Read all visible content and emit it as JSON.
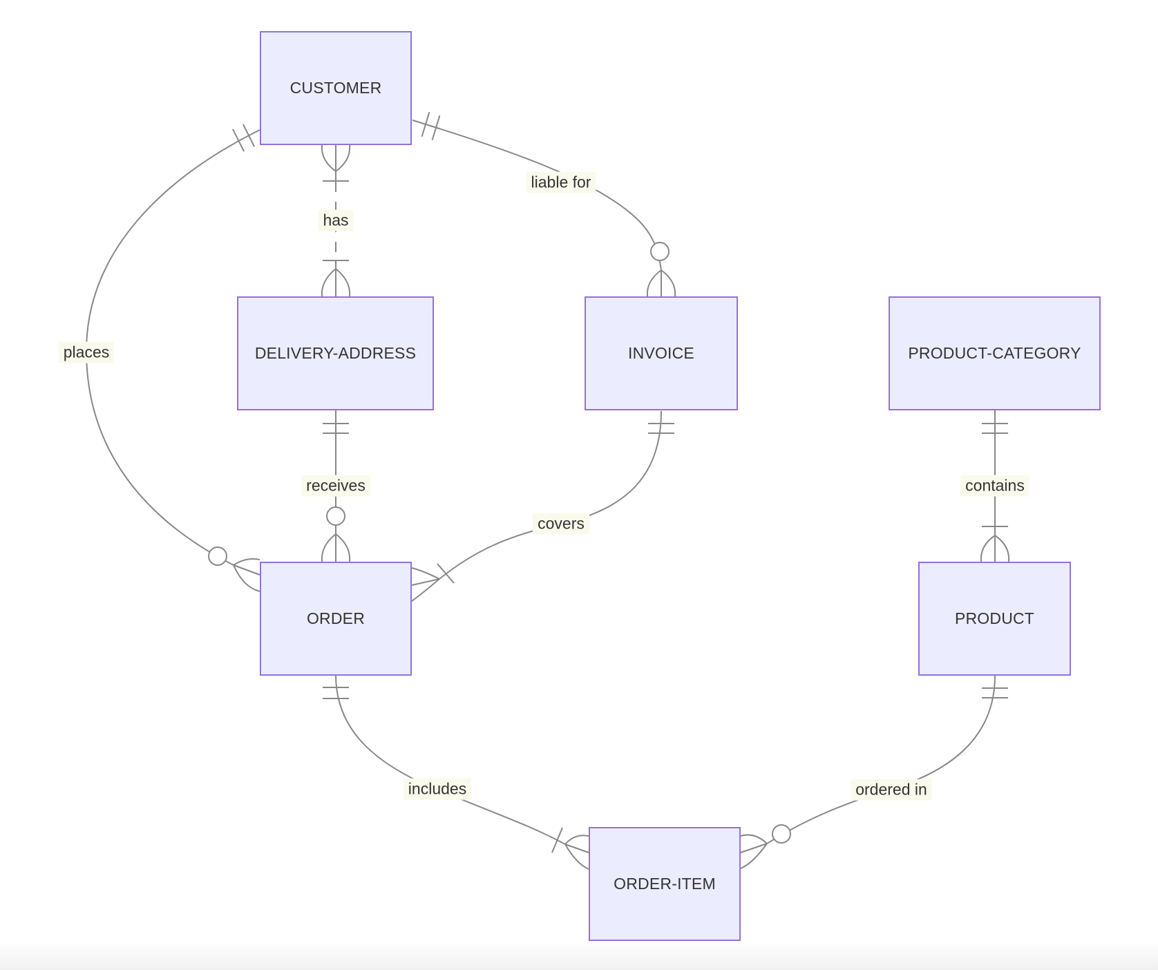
{
  "diagram": {
    "type": "entity-relationship-diagram",
    "entities": [
      {
        "id": "customer",
        "label": "CUSTOMER"
      },
      {
        "id": "delivery-address",
        "label": "DELIVERY-ADDRESS"
      },
      {
        "id": "invoice",
        "label": "INVOICE"
      },
      {
        "id": "product-category",
        "label": "PRODUCT-CATEGORY"
      },
      {
        "id": "order",
        "label": "ORDER"
      },
      {
        "id": "product",
        "label": "PRODUCT"
      },
      {
        "id": "order-item",
        "label": "ORDER-ITEM"
      }
    ],
    "relationships": [
      {
        "label": "places",
        "from": "CUSTOMER",
        "to": "ORDER",
        "from_cardinality": "exactly-one",
        "to_cardinality": "zero-or-many",
        "line_style": "solid"
      },
      {
        "label": "has",
        "from": "CUSTOMER",
        "to": "DELIVERY-ADDRESS",
        "from_cardinality": "one-or-many",
        "to_cardinality": "one-or-many",
        "line_style": "dashed"
      },
      {
        "label": "liable for",
        "from": "CUSTOMER",
        "to": "INVOICE",
        "from_cardinality": "exactly-one",
        "to_cardinality": "zero-or-many",
        "line_style": "solid"
      },
      {
        "label": "receives",
        "from": "DELIVERY-ADDRESS",
        "to": "ORDER",
        "from_cardinality": "exactly-one",
        "to_cardinality": "zero-or-many",
        "line_style": "solid"
      },
      {
        "label": "covers",
        "from": "INVOICE",
        "to": "ORDER",
        "from_cardinality": "exactly-one",
        "to_cardinality": "one-or-many",
        "line_style": "solid"
      },
      {
        "label": "contains",
        "from": "PRODUCT-CATEGORY",
        "to": "PRODUCT",
        "from_cardinality": "exactly-one",
        "to_cardinality": "one-or-many",
        "line_style": "solid"
      },
      {
        "label": "includes",
        "from": "ORDER",
        "to": "ORDER-ITEM",
        "from_cardinality": "exactly-one",
        "to_cardinality": "one-or-many",
        "line_style": "solid"
      },
      {
        "label": "ordered in",
        "from": "PRODUCT",
        "to": "ORDER-ITEM",
        "from_cardinality": "exactly-one",
        "to_cardinality": "zero-or-many",
        "line_style": "solid"
      }
    ],
    "colors": {
      "entity_fill": "#ECECFF",
      "entity_border": "#9370DB",
      "line": "#878787",
      "label_bg": "#fafaec",
      "text": "#333333",
      "canvas_fade": "#f0f0f0"
    }
  }
}
